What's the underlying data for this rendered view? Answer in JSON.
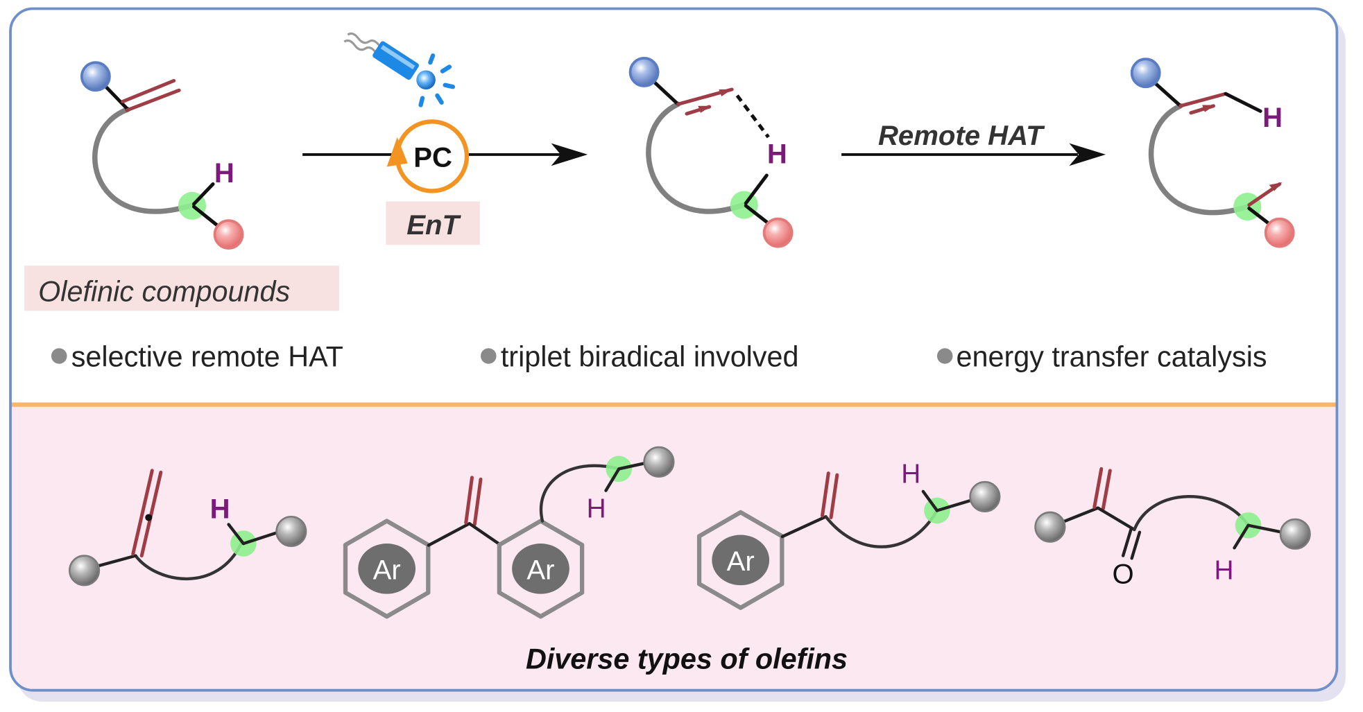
{
  "diagram": {
    "top": {
      "reactant": {
        "label": "Olefinic compounds",
        "h": "H"
      },
      "catalysis": {
        "catalyst": "PC",
        "mode": "EnT"
      },
      "intermediate": {
        "h": "H"
      },
      "step2": {
        "label": "Remote HAT"
      },
      "product": {
        "h": "H"
      }
    },
    "features": [
      "selective remote HAT",
      "triplet biradical involved",
      "energy transfer catalysis"
    ],
    "bottom": {
      "title": "Diverse types of olefins",
      "examples": [
        {
          "h": "H"
        },
        {
          "aryl": [
            "Ar",
            "Ar"
          ],
          "h": "H"
        },
        {
          "aryl": [
            "Ar"
          ],
          "h": "H"
        },
        {
          "h": "H",
          "carbonyl_o": "O"
        }
      ]
    }
  },
  "colors": {
    "frame": "#6f8fc8",
    "divider": "#f9b56b",
    "bottom_panel": "#fce8f0",
    "label_box": "#f8e1e1",
    "h_label": "#7b1a7b",
    "olefin_bond": "#9e3d45",
    "catalyst_ring": "#f39322",
    "led": "#1e88e5",
    "arc": "#808080",
    "radical_site": "#8eef8e"
  }
}
